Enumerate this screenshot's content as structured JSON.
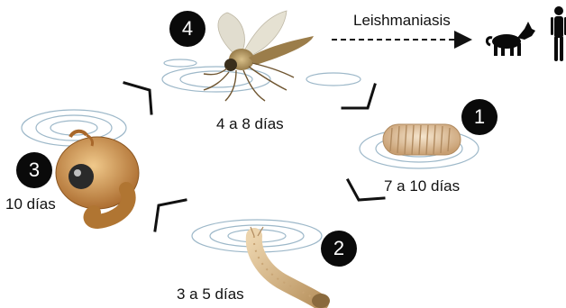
{
  "stages": [
    {
      "id": "egg",
      "number": "1",
      "duration": "7 a 10 días",
      "icon": "sandfly-egg-icon"
    },
    {
      "id": "larva",
      "number": "2",
      "duration": "3 a 5 días",
      "icon": "sandfly-larva-icon"
    },
    {
      "id": "pupa",
      "number": "3",
      "duration": "10 días",
      "icon": "sandfly-pupa-icon"
    },
    {
      "id": "adult",
      "number": "4",
      "duration": "4 a 8 días",
      "icon": "sandfly-adult-icon"
    }
  ],
  "transmission": {
    "disease": "Leishmaniasis",
    "hosts": [
      "dog-icon",
      "human-silhouette-icon"
    ]
  },
  "colors": {
    "badge": "#0a0a0a",
    "egg": "#e2c9a6",
    "larva": "#d8b98c",
    "pupa": "#c7904a",
    "adult": "#a88a55",
    "ripple": "#9db8c9",
    "arrow": "#111111"
  }
}
